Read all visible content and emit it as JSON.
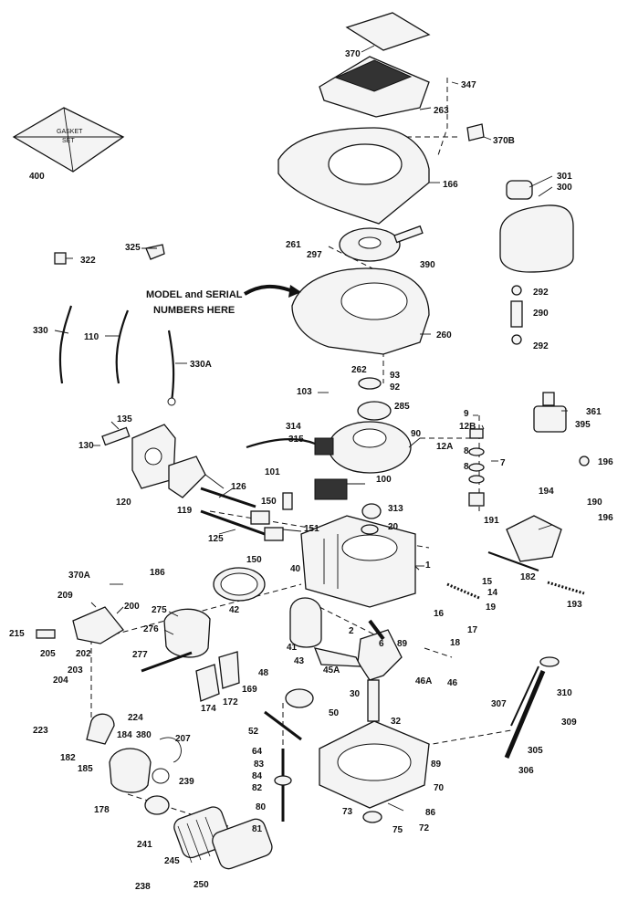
{
  "note": {
    "line1": "MODEL and SERIAL",
    "line2": "NUMBERS HERE"
  },
  "gasket_set": {
    "line1": "GASKET",
    "line2": "SET"
  },
  "callouts": [
    {
      "id": "c370",
      "text": "370"
    },
    {
      "id": "c347",
      "text": "347"
    },
    {
      "id": "c263",
      "text": "263"
    },
    {
      "id": "c370B",
      "text": "370B"
    },
    {
      "id": "c400",
      "text": "400"
    },
    {
      "id": "c166",
      "text": "166"
    },
    {
      "id": "c301",
      "text": "301"
    },
    {
      "id": "c300",
      "text": "300"
    },
    {
      "id": "c261",
      "text": "261"
    },
    {
      "id": "c297",
      "text": "297"
    },
    {
      "id": "c390",
      "text": "390"
    },
    {
      "id": "c322",
      "text": "322"
    },
    {
      "id": "c325",
      "text": "325"
    },
    {
      "id": "c292a",
      "text": "292"
    },
    {
      "id": "c290",
      "text": "290"
    },
    {
      "id": "c292b",
      "text": "292"
    },
    {
      "id": "c330",
      "text": "330"
    },
    {
      "id": "c110",
      "text": "110"
    },
    {
      "id": "c330A",
      "text": "330A"
    },
    {
      "id": "c260",
      "text": "260"
    },
    {
      "id": "c262",
      "text": "262"
    },
    {
      "id": "c93",
      "text": "93"
    },
    {
      "id": "c92",
      "text": "92"
    },
    {
      "id": "c103",
      "text": "103"
    },
    {
      "id": "c285",
      "text": "285"
    },
    {
      "id": "c9",
      "text": "9"
    },
    {
      "id": "c361",
      "text": "361"
    },
    {
      "id": "c135",
      "text": "135"
    },
    {
      "id": "c314",
      "text": "314"
    },
    {
      "id": "c315",
      "text": "315"
    },
    {
      "id": "c90",
      "text": "90"
    },
    {
      "id": "c12B",
      "text": "12B"
    },
    {
      "id": "c395",
      "text": "395"
    },
    {
      "id": "c12A",
      "text": "12A"
    },
    {
      "id": "c8a",
      "text": "8"
    },
    {
      "id": "c8b",
      "text": "8"
    },
    {
      "id": "c7",
      "text": "7"
    },
    {
      "id": "c196a",
      "text": "196"
    },
    {
      "id": "c130",
      "text": "130"
    },
    {
      "id": "c101",
      "text": "101"
    },
    {
      "id": "c100",
      "text": "100"
    },
    {
      "id": "c120",
      "text": "120"
    },
    {
      "id": "c119",
      "text": "119"
    },
    {
      "id": "c126",
      "text": "126"
    },
    {
      "id": "c150a",
      "text": "150"
    },
    {
      "id": "c313",
      "text": "313"
    },
    {
      "id": "c194",
      "text": "194"
    },
    {
      "id": "c190",
      "text": "190"
    },
    {
      "id": "c20",
      "text": "20"
    },
    {
      "id": "c191",
      "text": "191"
    },
    {
      "id": "c196b",
      "text": "196"
    },
    {
      "id": "c125",
      "text": "125"
    },
    {
      "id": "c151",
      "text": "151"
    },
    {
      "id": "c150b",
      "text": "150"
    },
    {
      "id": "c40",
      "text": "40"
    },
    {
      "id": "c1",
      "text": "1"
    },
    {
      "id": "c182a",
      "text": "182"
    },
    {
      "id": "c186",
      "text": "186"
    },
    {
      "id": "c370A",
      "text": "370A"
    },
    {
      "id": "c15",
      "text": "15"
    },
    {
      "id": "c14",
      "text": "14"
    },
    {
      "id": "c193",
      "text": "193"
    },
    {
      "id": "c209",
      "text": "209"
    },
    {
      "id": "c200",
      "text": "200"
    },
    {
      "id": "c42",
      "text": "42"
    },
    {
      "id": "c275",
      "text": "275"
    },
    {
      "id": "c19",
      "text": "19"
    },
    {
      "id": "c16",
      "text": "16"
    },
    {
      "id": "c17",
      "text": "17"
    },
    {
      "id": "c215",
      "text": "215"
    },
    {
      "id": "c276",
      "text": "276"
    },
    {
      "id": "c2",
      "text": "2"
    },
    {
      "id": "c18",
      "text": "18"
    },
    {
      "id": "c205",
      "text": "205"
    },
    {
      "id": "c202",
      "text": "202"
    },
    {
      "id": "c6",
      "text": "6"
    },
    {
      "id": "c89a",
      "text": "89"
    },
    {
      "id": "c41",
      "text": "41"
    },
    {
      "id": "c203",
      "text": "203"
    },
    {
      "id": "c277",
      "text": "277"
    },
    {
      "id": "c204",
      "text": "204"
    },
    {
      "id": "c43",
      "text": "43"
    },
    {
      "id": "c45A",
      "text": "45A"
    },
    {
      "id": "c46A",
      "text": "46A"
    },
    {
      "id": "c46",
      "text": "46"
    },
    {
      "id": "c48",
      "text": "48"
    },
    {
      "id": "c174",
      "text": "174"
    },
    {
      "id": "c172",
      "text": "172"
    },
    {
      "id": "c169",
      "text": "169"
    },
    {
      "id": "c30",
      "text": "30"
    },
    {
      "id": "c310",
      "text": "310"
    },
    {
      "id": "c224",
      "text": "224"
    },
    {
      "id": "c50",
      "text": "50"
    },
    {
      "id": "c307",
      "text": "307"
    },
    {
      "id": "c309",
      "text": "309"
    },
    {
      "id": "c223",
      "text": "223"
    },
    {
      "id": "c52",
      "text": "52"
    },
    {
      "id": "c32",
      "text": "32"
    },
    {
      "id": "c184",
      "text": "184"
    },
    {
      "id": "c380",
      "text": "380"
    },
    {
      "id": "c207",
      "text": "207"
    },
    {
      "id": "c182b",
      "text": "182"
    },
    {
      "id": "c64",
      "text": "64"
    },
    {
      "id": "c89b",
      "text": "89"
    },
    {
      "id": "c305",
      "text": "305"
    },
    {
      "id": "c185",
      "text": "185"
    },
    {
      "id": "c83",
      "text": "83"
    },
    {
      "id": "c84",
      "text": "84"
    },
    {
      "id": "c306",
      "text": "306"
    },
    {
      "id": "c239",
      "text": "239"
    },
    {
      "id": "c82",
      "text": "82"
    },
    {
      "id": "c70",
      "text": "70"
    },
    {
      "id": "c178",
      "text": "178"
    },
    {
      "id": "c80",
      "text": "80"
    },
    {
      "id": "c73",
      "text": "73"
    },
    {
      "id": "c86",
      "text": "86"
    },
    {
      "id": "c81",
      "text": "81"
    },
    {
      "id": "c75",
      "text": "75"
    },
    {
      "id": "c72",
      "text": "72"
    },
    {
      "id": "c241",
      "text": "241"
    },
    {
      "id": "c245",
      "text": "245"
    },
    {
      "id": "c238",
      "text": "238"
    },
    {
      "id": "c250",
      "text": "250"
    }
  ]
}
